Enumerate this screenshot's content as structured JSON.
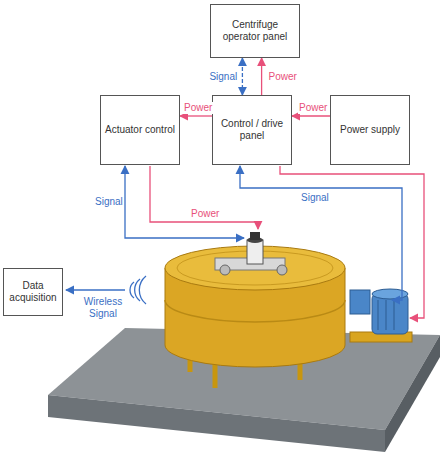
{
  "diagram": {
    "nodes": [
      {
        "text": [
          "Centrifuge operator panel"
        ]
      },
      {
        "text": [
          "Actuator control"
        ]
      },
      {
        "text": [
          "Control / drive panel"
        ]
      },
      {
        "text": [
          "Power supply"
        ]
      },
      {
        "text": [
          "Data acquisition"
        ]
      }
    ],
    "edges": [
      {
        "from": 2,
        "to": 0,
        "arrow": "both",
        "label": "Signal"
      },
      {
        "from": 2,
        "to": 0,
        "arrow": "to",
        "label": "Power"
      },
      {
        "from": 2,
        "to": 1,
        "arrow": "to",
        "label": "Power"
      },
      {
        "from": 3,
        "to": 2,
        "arrow": "to",
        "label": "Power"
      }
    ],
    "labels": [
      "Signal",
      "Power",
      "Signal",
      "Wireless Signal"
    ]
  }
}
